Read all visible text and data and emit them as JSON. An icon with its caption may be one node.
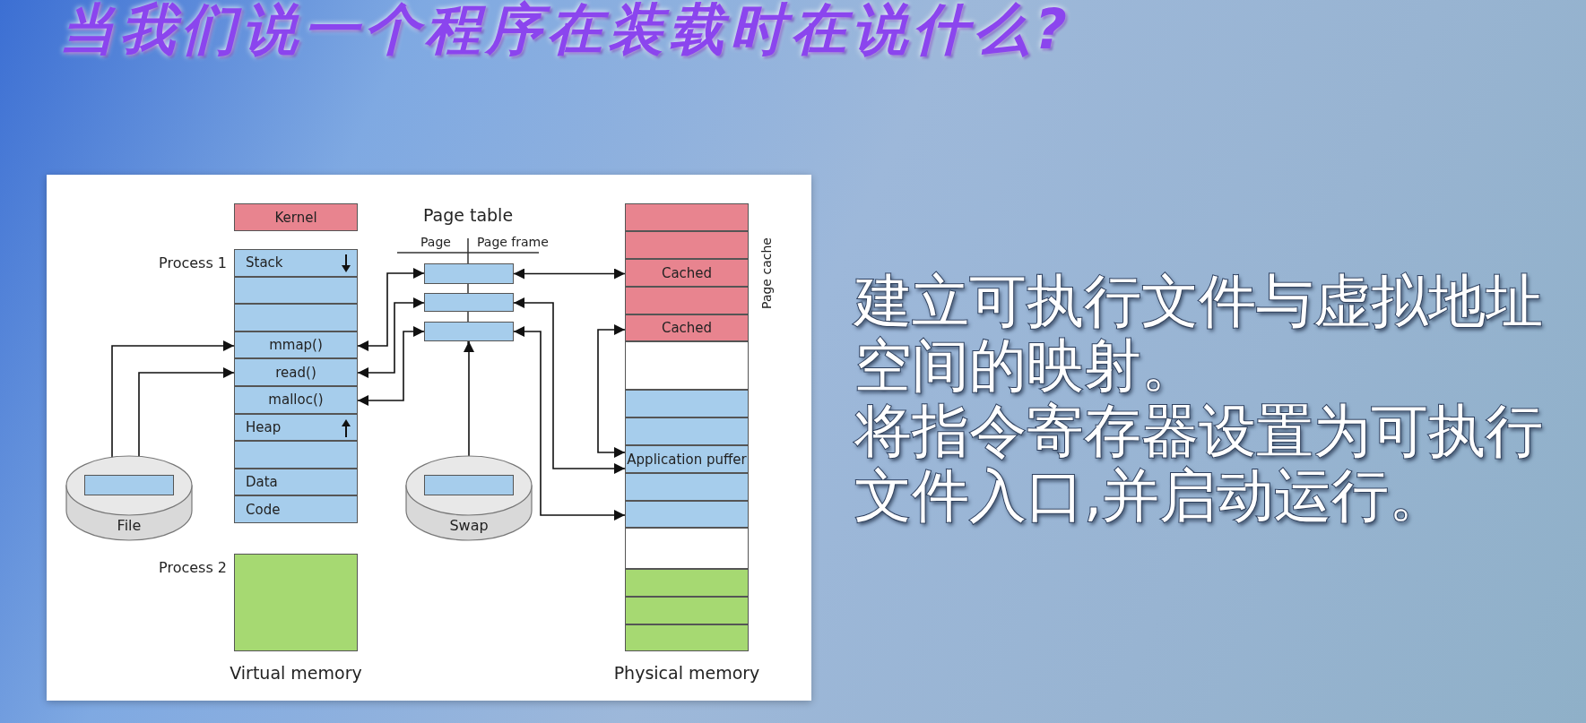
{
  "diagram": {
    "title": "当我们说一个程序在装载时在说什么?",
    "nodes": [
      {
        "text": [
          "Kernel"
        ]
      },
      {
        "text": [
          "Process 1"
        ]
      },
      {
        "text": [
          "Stack"
        ],
        "in": 1
      },
      {
        "text": [],
        "shape": "box",
        "in": 1
      },
      {
        "text": [],
        "shape": "box",
        "in": 1
      },
      {
        "text": [
          "mmap()"
        ],
        "in": 1
      },
      {
        "text": [
          "read()"
        ],
        "in": 1
      },
      {
        "text": [
          "malloc()"
        ],
        "in": 1
      },
      {
        "text": [
          "Heap"
        ],
        "in": 1
      },
      {
        "text": [],
        "shape": "box",
        "in": 1
      },
      {
        "text": [
          "Data"
        ],
        "in": 1
      },
      {
        "text": [
          "Code"
        ],
        "in": 1
      },
      {
        "text": [
          "Process 2"
        ]
      },
      {
        "text": [
          "File"
        ]
      },
      {
        "text": [],
        "shape": "box",
        "in": 13
      },
      {
        "text": [],
        "shape": "box"
      },
      {
        "text": [],
        "shape": "box"
      },
      {
        "text": [],
        "shape": "box"
      },
      {
        "text": [
          "Swap"
        ]
      },
      {
        "text": [],
        "shape": "box",
        "in": 18
      },
      {
        "text": [],
        "shape": "box"
      },
      {
        "text": [],
        "shape": "box"
      },
      {
        "text": [
          "Cached"
        ]
      },
      {
        "text": [],
        "shape": "box"
      },
      {
        "text": [
          "Cached"
        ]
      },
      {
        "text": [],
        "shape": "box"
      },
      {
        "text": [],
        "shape": "box"
      },
      {
        "text": [],
        "shape": "box"
      },
      {
        "text": [
          "Application puffer"
        ]
      },
      {
        "text": [],
        "shape": "box"
      },
      {
        "text": [],
        "shape": "box"
      },
      {
        "text": [],
        "shape": "box"
      },
      {
        "text": [],
        "shape": "box"
      },
      {
        "text": [],
        "shape": "box"
      },
      {
        "text": [],
        "shape": "box"
      }
    ],
    "edges": [
      {
        "from": 14,
        "to": 5,
        "arrow": "both"
      },
      {
        "from": 14,
        "to": 6,
        "arrow": "to"
      },
      {
        "from": 5,
        "to": 15,
        "arrow": "both"
      },
      {
        "from": 6,
        "to": 16,
        "arrow": "both"
      },
      {
        "from": 7,
        "to": 17,
        "arrow": "both"
      },
      {
        "from": 15,
        "to": 22,
        "arrow": "both"
      },
      {
        "from": 16,
        "to": 28,
        "arrow": "both"
      },
      {
        "from": 17,
        "to": 30,
        "arrow": "both"
      },
      {
        "from": 24,
        "to": 28,
        "arrow": "both"
      },
      {
        "from": 19,
        "to": 17,
        "arrow": "both"
      }
    ],
    "labels": [
      "Page table",
      "Page",
      "Page frame",
      "Page cache",
      "Virtual memory",
      "Physical memory",
      "建立可执行文件与虚拟地址空间的映射。",
      "将指令寄存器设置为可执行文件入口,并启动运行。"
    ]
  }
}
